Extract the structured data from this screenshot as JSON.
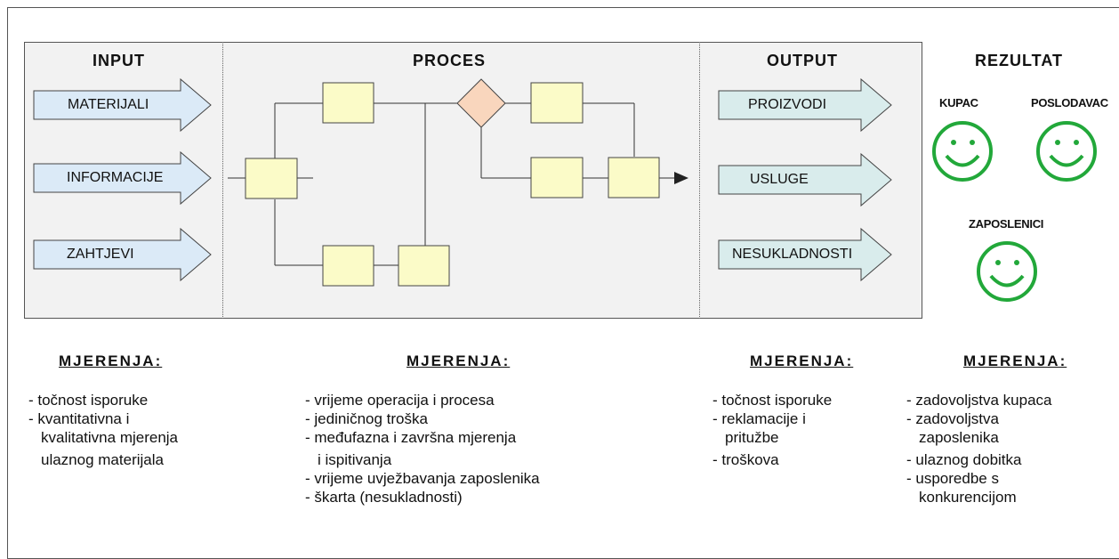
{
  "headers": {
    "input": "INPUT",
    "proces": "PROCES",
    "output": "OUTPUT",
    "rezultat": "REZULTAT"
  },
  "inputs": [
    "MATERIJALI",
    "INFORMACIJE",
    "ZAHTJEVI"
  ],
  "outputs": [
    "PROIZVODI",
    "USLUGE",
    "NESUKLADNOSTI"
  ],
  "stakeholders": {
    "kupac": "KUPAC",
    "poslodavac": "POSLODAVAC",
    "zaposlenici": "ZAPOSLENICI"
  },
  "mjerenja_label": "MJERENJA:",
  "mjerenja": {
    "input": [
      "- točnost isporuke",
      "- kvantitativna i",
      "kvalitativna mjerenja",
      "ulaznog materijala"
    ],
    "proces": [
      "- vrijeme operacija i procesa",
      "- jediničnog troška",
      "- međufazna i završna mjerenja",
      "i ispitivanja",
      "- vrijeme uvježbavanja zaposlenika",
      "- škarta (nesukladnosti)"
    ],
    "output": [
      "- točnost isporuke",
      "- reklamacije i",
      "pritužbe",
      "- troškova"
    ],
    "rezultat": [
      "- zadovoljstva kupaca",
      "- zadovoljstva",
      "zaposlenika",
      "- ulaznog dobitka",
      "- usporedbe s",
      "konkurencijom"
    ]
  },
  "colors": {
    "input_arrow": "#dbeaf7",
    "output_arrow": "#d9ecec",
    "process_box": "#fbfbc8",
    "decision": "#f9d6bd",
    "smiley": "#22a83a"
  }
}
